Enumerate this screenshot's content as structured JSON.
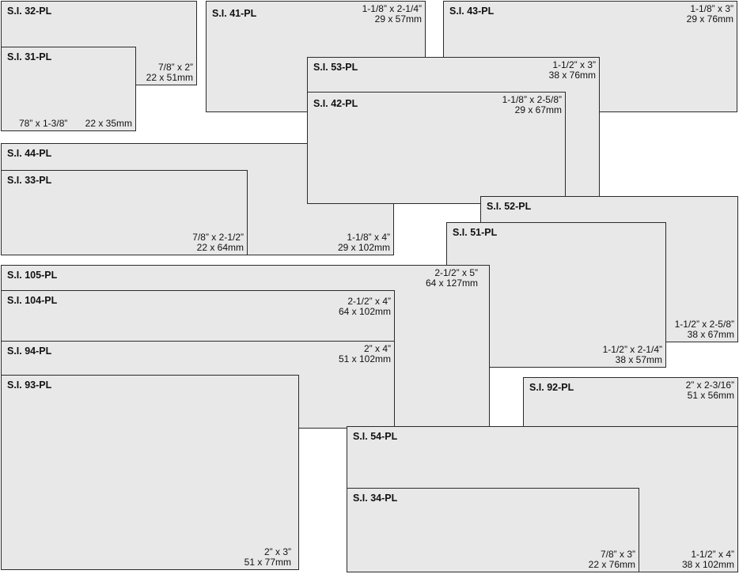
{
  "cards": {
    "si32": {
      "name": "S.I. 32-PL",
      "imperial": "7/8” x 2”",
      "metric": "22 x 51mm"
    },
    "si31": {
      "name": "S.I. 31-PL",
      "imperial": "78” x 1-3/8”",
      "metric": "22 x 35mm"
    },
    "si41": {
      "name": "S.I. 41-PL",
      "imperial": "1-1/8” x 2-1/4”",
      "metric": "29 x 57mm"
    },
    "si43": {
      "name": "S.I. 43-PL",
      "imperial": "1-1/8” x 3”",
      "metric": "29 x 76mm"
    },
    "si53": {
      "name": "S.I. 53-PL",
      "imperial": "1-1/2” x 3”",
      "metric": "38 x 76mm"
    },
    "si42": {
      "name": "S.I. 42-PL",
      "imperial": "1-1/8” x 2-5/8”",
      "metric": "29 x 67mm"
    },
    "si44": {
      "name": "S.I. 44-PL",
      "imperial": "1-1/8” x 4”",
      "metric": "29 x 102mm"
    },
    "si33": {
      "name": "S.I. 33-PL",
      "imperial": "7/8” x 2-1/2”",
      "metric": "22 x 64mm"
    },
    "si52": {
      "name": "S.I. 52-PL",
      "imperial": "1-1/2” x  2-5/8”",
      "metric": "38 x 67mm"
    },
    "si51": {
      "name": "S.I. 51-PL",
      "imperial": "1-1/2” x 2-1/4”",
      "metric": "38 x 57mm"
    },
    "si105": {
      "name": "S.I. 105-PL",
      "imperial": "2-1/2” x 5”",
      "metric": "64 x 127mm"
    },
    "si104": {
      "name": "S.I. 104-PL",
      "imperial": "2-1/2” x 4”",
      "metric": "64 x 102mm"
    },
    "si94": {
      "name": "S.I. 94-PL",
      "imperial": "2” x 4”",
      "metric": "51 x 102mm"
    },
    "si93": {
      "name": "S.I. 93-PL",
      "imperial": "2” x 3”",
      "metric": "51 x 77mm"
    },
    "si92": {
      "name": "S.I. 92-PL",
      "imperial": "2” x 2-3/16”",
      "metric": "51 x 56mm"
    },
    "si54": {
      "name": "S.I. 54-PL",
      "imperial": "1-1/2” x 4”",
      "metric": "38 x 102mm"
    },
    "si34": {
      "name": "S.I. 34-PL",
      "imperial": "7/8” x 3”",
      "metric": "22 x 76mm"
    }
  }
}
